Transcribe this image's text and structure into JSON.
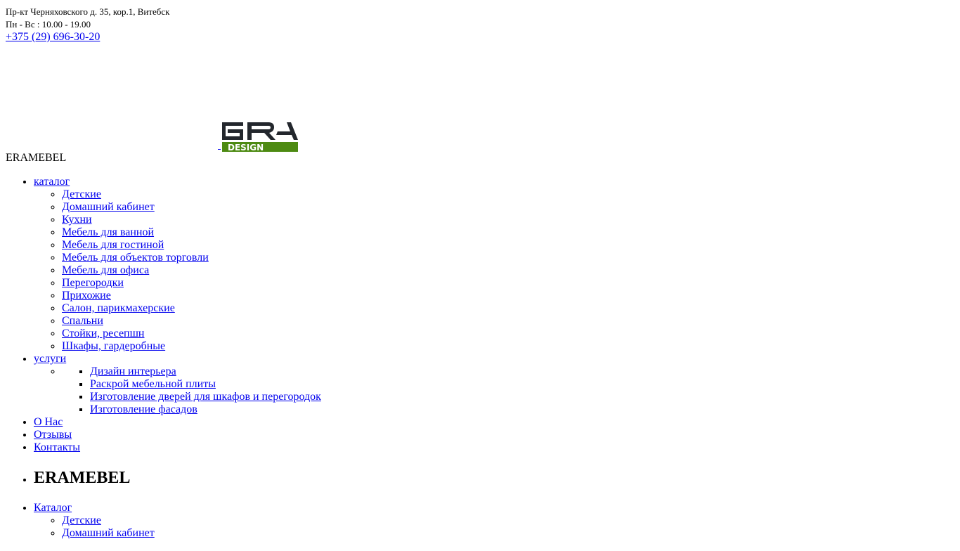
{
  "header": {
    "address": "Пр-кт Черняховского д. 35, кор.1, Витебск",
    "hours": "Пн - Вс : 10.00 - 19.00",
    "phone": "+375 (29) 696-30-20",
    "logo_text": "ERA DESIGN",
    "site_name": "ERAMEBEL"
  },
  "nav": {
    "catalog": "каталог",
    "catalog_items": [
      "Детские",
      "Домашний кабинет",
      "Кухни",
      "Мебель для ванной",
      "Мебель для гостиной",
      "Мебель для объектов торговли",
      "Мебель для офиса",
      "Перегородки",
      "Прихожие",
      "Салон, парикмахерские",
      "Спальни",
      "Стойки, ресепшн",
      "Шкафы, гардеробные"
    ],
    "services": "услуги",
    "services_items": [
      "Дизайн интерьера",
      "Раскрой мебельной плиты",
      "Изготовление дверей для шкафов и перегородок",
      "Изготовление фасадов"
    ],
    "about": "О Нас",
    "reviews": "Отзывы",
    "contacts": "Контакты"
  },
  "mobile": {
    "title": "ERAMEBEL",
    "catalog": "Каталог",
    "catalog_items": [
      "Детские",
      "Домашний кабинет"
    ]
  },
  "colors": {
    "logo_dark": "#23272d",
    "logo_green": "#4d8a12"
  }
}
